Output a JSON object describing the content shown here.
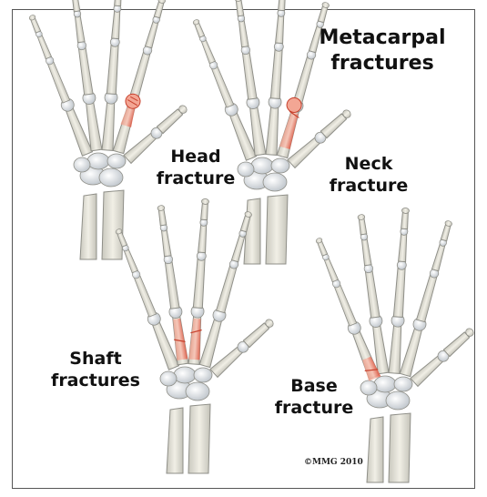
{
  "title": {
    "line1": "Metacarpal",
    "line2": "fractures"
  },
  "labels": {
    "head": {
      "line1": "Head",
      "line2": "fracture"
    },
    "neck": {
      "line1": "Neck",
      "line2": "fracture"
    },
    "shaft": {
      "line1": "Shaft",
      "line2": "fractures"
    },
    "base": {
      "line1": "Base",
      "line2": "fracture"
    }
  },
  "copyright": "©MMG 2010",
  "colors": {
    "bone": "#e9e7dc",
    "bone_shade": "#bdbdb3",
    "joint": "#d9dfe6",
    "fracture": "#e0533d"
  }
}
